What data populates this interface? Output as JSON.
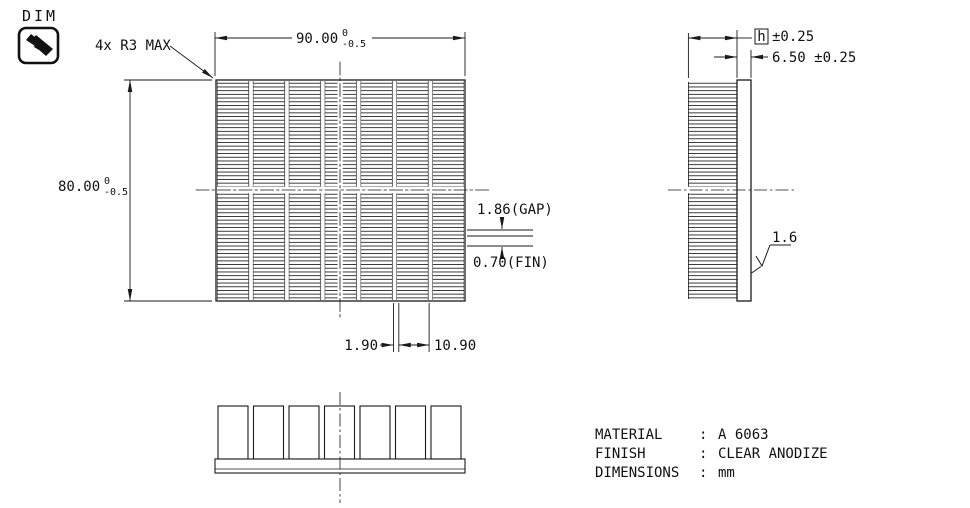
{
  "header": {
    "dim_label": "DIM"
  },
  "front_view": {
    "width_dim": {
      "value": "90.00",
      "tol_upper": "0",
      "tol_lower": "-0.5"
    },
    "height_dim": {
      "value": "80.00",
      "tol_upper": "0",
      "tol_lower": "-0.5"
    },
    "corner_note": "4x R3 MAX",
    "gap_dim": "1.86(GAP)",
    "fin_dim": "0.70(FIN)",
    "fin_width_dim": "1.90",
    "fin_pitch_dim": "10.90"
  },
  "side_view": {
    "fin_height_symbol": "h",
    "fin_height_tol": "±0.25",
    "base_dim": "6.50 ±0.25",
    "surface_roughness": "1.6"
  },
  "title_block": {
    "rows": [
      {
        "label": "MATERIAL",
        "separator": ":",
        "value": "A 6063"
      },
      {
        "label": "FINISH",
        "separator": ":",
        "value": "CLEAR ANODIZE"
      },
      {
        "label": "DIMENSIONS",
        "separator": ":",
        "value": "mm"
      }
    ]
  }
}
